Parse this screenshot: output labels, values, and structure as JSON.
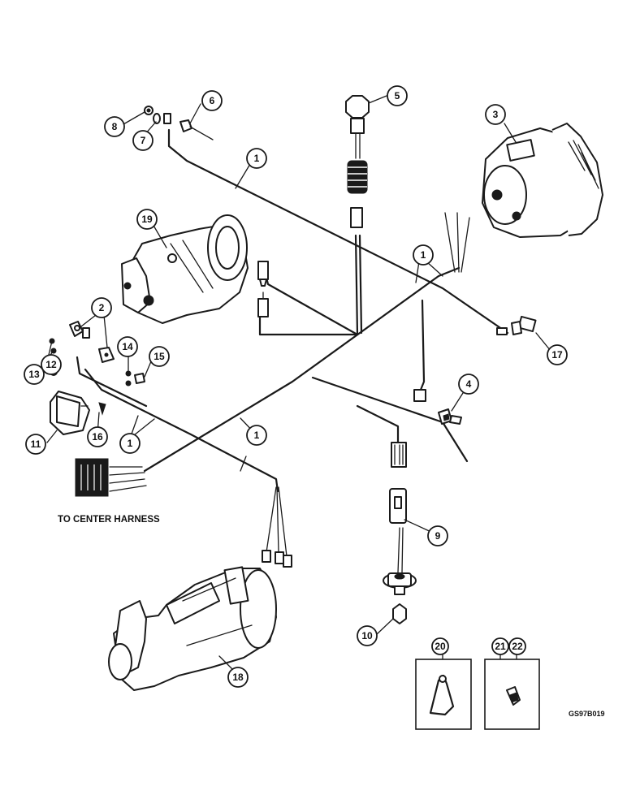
{
  "callouts": {
    "c1": "1",
    "c2": "2",
    "c3": "3",
    "c4": "4",
    "c5": "5",
    "c6": "6",
    "c7": "7",
    "c8": "8",
    "c9": "9",
    "c10": "10",
    "c11": "11",
    "c12": "12",
    "c13": "13",
    "c14": "14",
    "c15": "15",
    "c16": "16",
    "c17": "17",
    "c18": "18",
    "c19": "19",
    "c20": "20",
    "c21": "21",
    "c22": "22"
  },
  "caption": "TO CENTER HARNESS",
  "drawing_code": "GS97B019"
}
